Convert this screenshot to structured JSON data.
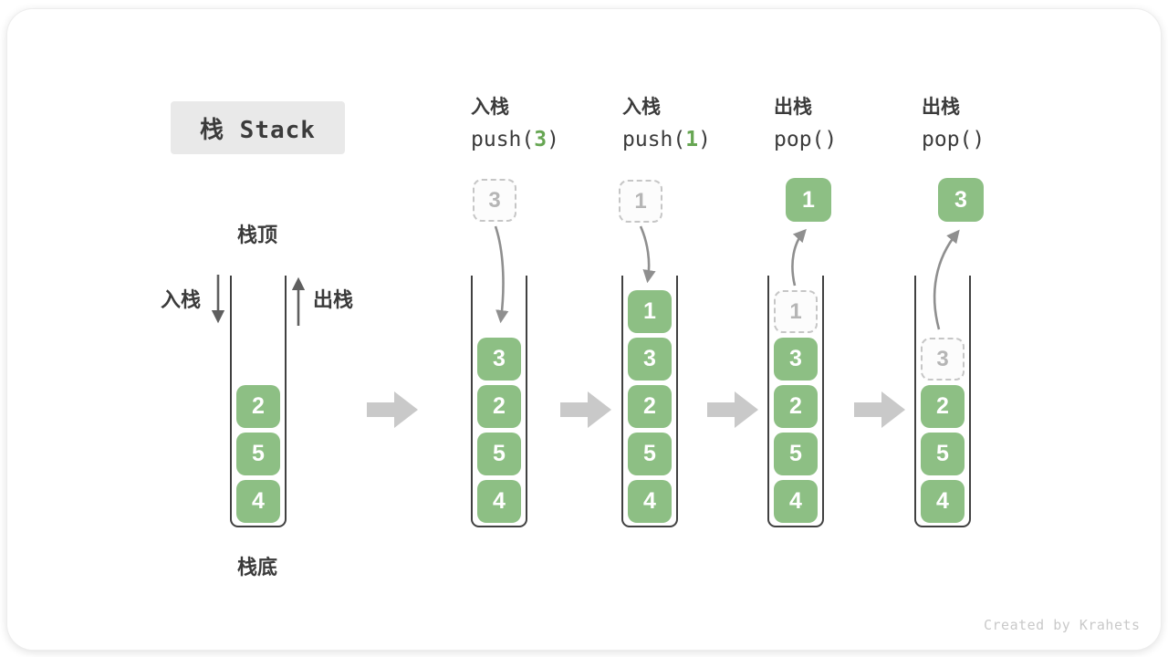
{
  "title": "栈 Stack",
  "legend": {
    "stack_top": "栈顶",
    "stack_bottom": "栈底",
    "push": "入栈",
    "pop": "出栈"
  },
  "watermark": "Created by Krahets",
  "colors": {
    "block_green": "#8dbf84",
    "code_green": "#67a653",
    "arrow_gray": "#8f8f8f",
    "dark_arrow": "#5f5f5f",
    "block_arrow_gray": "#c9c9c9",
    "container_line": "#414141",
    "text_dark": "#3b3b3b",
    "dashed_border": "#c6c6c6",
    "dashed_text": "#b5b5b5",
    "title_bg": "#e9e9e9",
    "watermark": "#c9c9c9"
  },
  "stages": [
    {
      "blocks": [
        "2",
        "5",
        "4"
      ]
    },
    {
      "op_label": "入栈",
      "code_pre": "push(",
      "code_arg": "3",
      "code_post": ")",
      "float_value": "3",
      "blocks": [
        "3",
        "2",
        "5",
        "4"
      ]
    },
    {
      "op_label": "入栈",
      "code_pre": "push(",
      "code_arg": "1",
      "code_post": ")",
      "float_value": "1",
      "blocks": [
        "1",
        "3",
        "2",
        "5",
        "4"
      ]
    },
    {
      "op_label": "出栈",
      "code_pre": "pop()",
      "code_arg": "",
      "code_post": "",
      "float_value": "1",
      "ghost_value": "1",
      "blocks": [
        "3",
        "2",
        "5",
        "4"
      ]
    },
    {
      "op_label": "出栈",
      "code_pre": "pop()",
      "code_arg": "",
      "code_post": "",
      "float_value": "3",
      "ghost_value": "3",
      "blocks": [
        "2",
        "5",
        "4"
      ]
    }
  ]
}
